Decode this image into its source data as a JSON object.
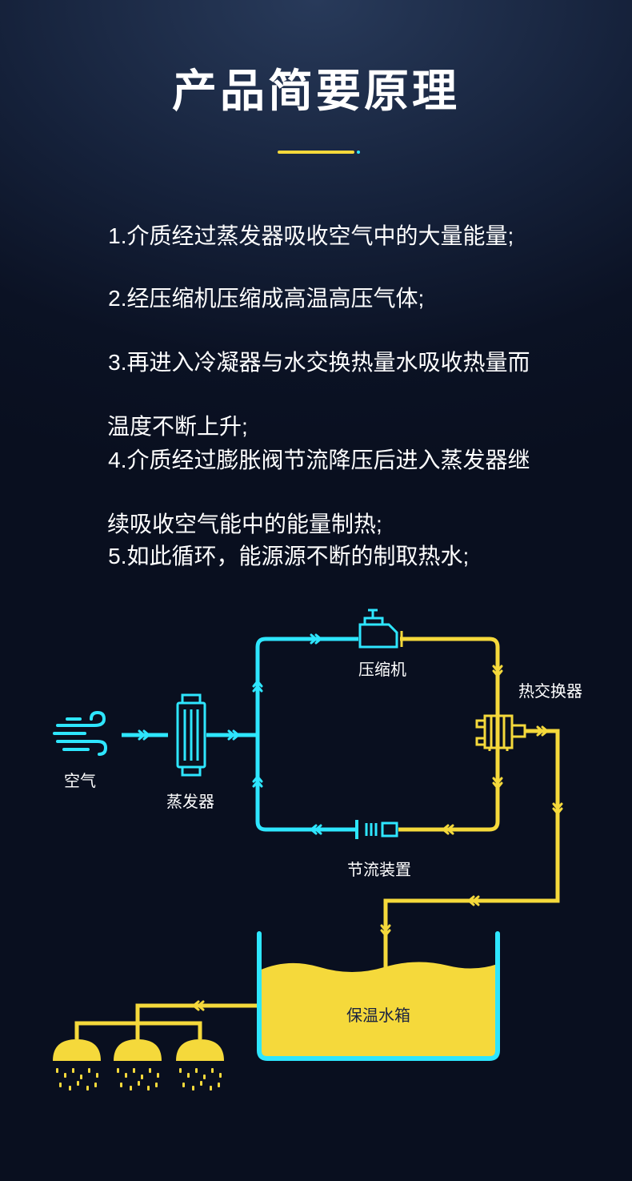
{
  "title": "产品简要原理",
  "colors": {
    "accent_yellow": "#f5d93b",
    "accent_cyan": "#2ee6ff",
    "background": "#0b1224"
  },
  "steps": [
    {
      "line1": "1.介质经过蒸发器吸收空气中的大量能量;",
      "line2": ""
    },
    {
      "line1": "2.经压缩机压缩成高温高压气体;",
      "line2": ""
    },
    {
      "line1": "3.再进入冷凝器与水交换热量水吸收热量而",
      "line2": "温度不断上升;"
    },
    {
      "line1": "4.介质经过膨胀阀节流降压后进入蒸发器继",
      "line2": "续吸收空气能中的能量制热;"
    },
    {
      "line1": "5.如此循环，能源源不断的制取热水;",
      "line2": ""
    }
  ],
  "diagram": {
    "air_label": "空气",
    "evaporator_label": "蒸发器",
    "compressor_label": "压缩机",
    "heat_exchanger_label": "热交换器",
    "throttle_label": "节流装置",
    "tank_label": "保温水箱",
    "icons": [
      "wind-icon",
      "evaporator-icon",
      "compressor-icon",
      "heat-exchanger-icon",
      "throttle-icon",
      "shower-head-icon"
    ]
  }
}
